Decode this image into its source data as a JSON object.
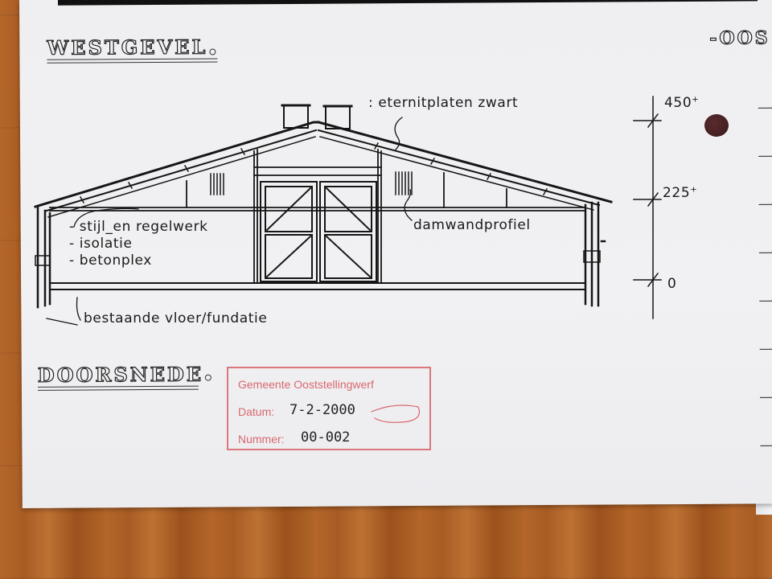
{
  "sheet": {
    "title_top": "WESTGEVEL",
    "title_top_right": "-OOS",
    "title_bottom": "DOORSNEDE"
  },
  "annotations": {
    "roof_material": ": eternitplaten zwart",
    "wall_line1": "- stijl_en regelwerk",
    "wall_line2": "- isolatie",
    "wall_line3": "- betonplex",
    "profile": "damwandprofiel",
    "floor": "bestaande vloer/fundatie"
  },
  "levels": {
    "top": "450",
    "mid": "225",
    "base": "0",
    "sup": "+"
  },
  "stamp": {
    "municipality": "Gemeente Ooststellingwerf",
    "date_label": "Datum:",
    "date_value": "7-2-2000",
    "number_label": "Nummer:",
    "number_value": "00-002",
    "color": "#d9676d"
  }
}
